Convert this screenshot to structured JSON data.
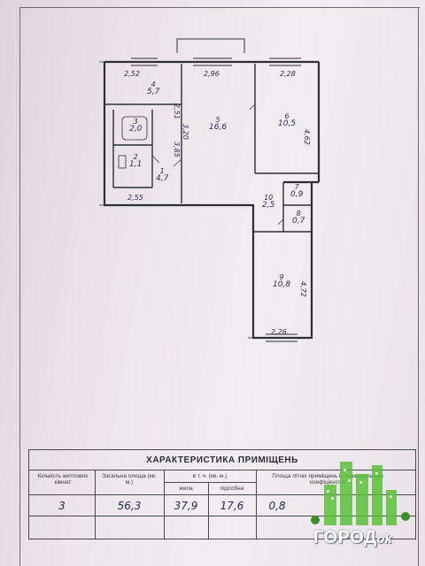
{
  "plan": {
    "top_dims": [
      "2,52",
      "2,96",
      "2,28"
    ],
    "left_dims": [
      "2,55"
    ],
    "bottom_dims": [
      "2,26"
    ],
    "vertical_dims": [
      "2,51",
      "3,20",
      "3,85",
      "4,62",
      "4,72"
    ],
    "corridor_dim": "2,5",
    "rooms": [
      {
        "num": "4",
        "area": "5,7"
      },
      {
        "num": "5",
        "area": "16,6"
      },
      {
        "num": "6",
        "area": "10,5"
      },
      {
        "num": "3",
        "area": "2,0"
      },
      {
        "num": "2",
        "area": "1,1"
      },
      {
        "num": "1",
        "area": "4,7"
      },
      {
        "num": "7",
        "area": "0,9"
      },
      {
        "num": "10",
        "area": ""
      },
      {
        "num": "8",
        "area": "0,7"
      },
      {
        "num": "9",
        "area": "10,8"
      }
    ]
  },
  "table": {
    "title": "ХАРАКТЕРИСТИКА ПРИМІЩЕНЬ",
    "headers": {
      "rooms_count": "Кількість житлових кімнат",
      "total_area": "Загальна площа (кв. м.)",
      "including": "в т. ч. (кв. м.)",
      "living": "жила",
      "auxiliary": "підсобна",
      "summer_area": "Площа літніх приміщень із знижувальним коефіцієнтом"
    },
    "values": {
      "rooms_count": "3",
      "total_area": "56,3",
      "living": "37,9",
      "auxiliary": "17,6",
      "summer_area": "0,8"
    }
  },
  "logo": {
    "text": "ГОРОД",
    "suffix": "ok",
    "colors": {
      "green": "#5bbf3a",
      "dark_green": "#3c8f2a"
    }
  }
}
